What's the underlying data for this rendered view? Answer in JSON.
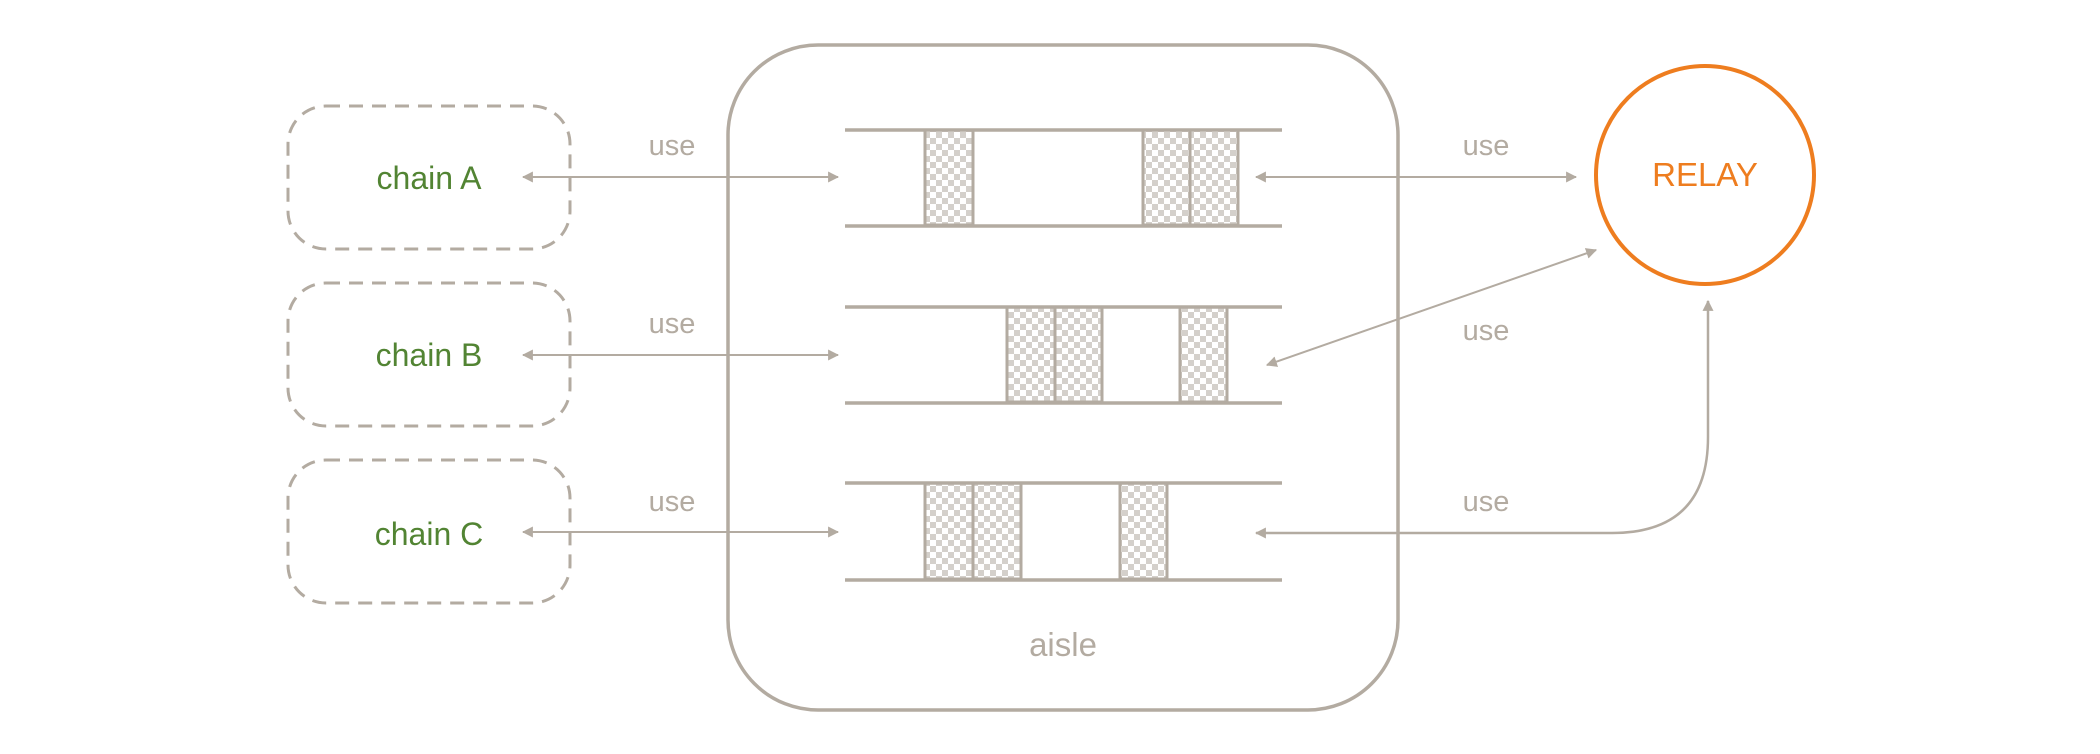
{
  "colors": {
    "line": "#b3aba1",
    "chain_text": "#528433",
    "relay": "#ee7d1f",
    "background": "#ffffff"
  },
  "chains": [
    {
      "label": "chain A"
    },
    {
      "label": "chain B"
    },
    {
      "label": "chain C"
    }
  ],
  "edge_labels": {
    "chain_a_use": "use",
    "chain_b_use": "use",
    "chain_c_use": "use",
    "relay_lane1_use": "use",
    "relay_lane2_use": "use",
    "relay_lane3_use": "use"
  },
  "relay": {
    "label": "RELAY"
  },
  "aisle": {
    "label": "aisle"
  }
}
